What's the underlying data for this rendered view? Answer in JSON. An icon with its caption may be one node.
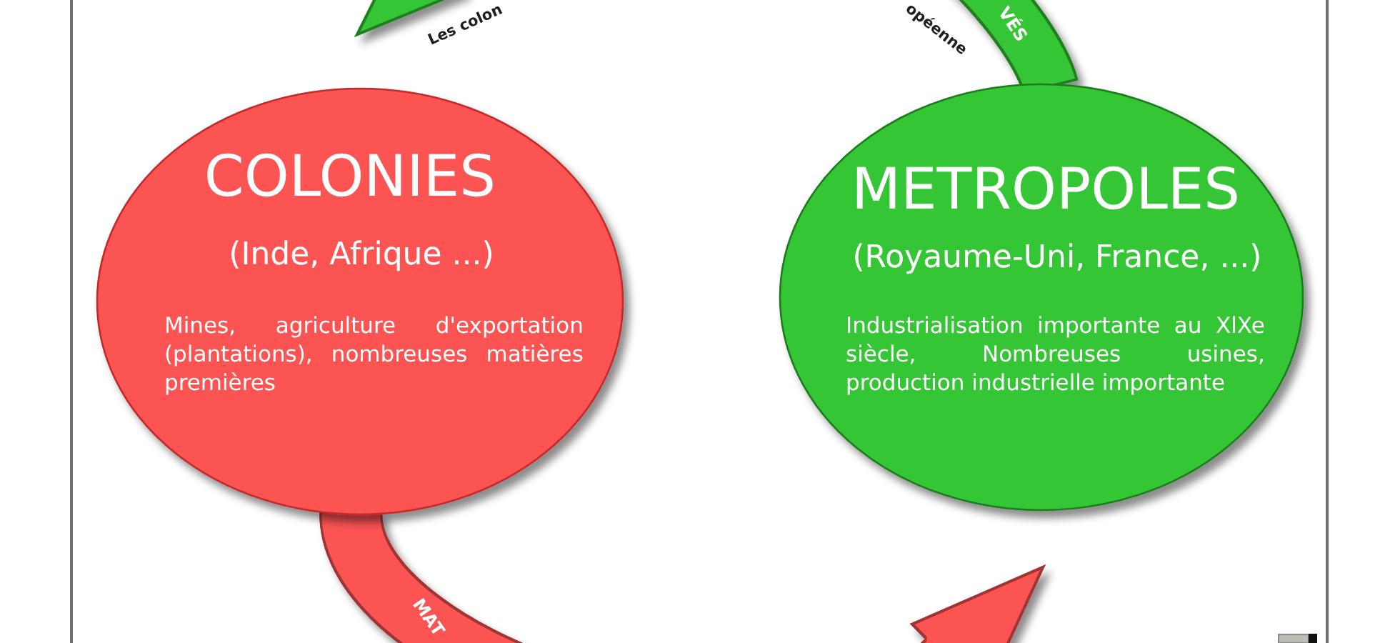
{
  "diagram": {
    "nodes": [
      {
        "text": [
          "COLONIES",
          "(Inde, Afrique ...)",
          "Mines, agriculture d'exportation (plantations), nombreuses matières premières"
        ]
      },
      {
        "text": [
          "METROPOLES",
          "(Royaume-Uni, France, ...)",
          "Industrialisation importante au XlXe siècle, Nombreuses usines, production industrielle importante"
        ]
      }
    ],
    "edges": [
      {
        "from": 1,
        "to": 0,
        "arrow": "to",
        "label": "VÉS",
        "color": "#36c636"
      },
      {
        "from": 0,
        "to": 1,
        "arrow": "to",
        "label": "MAT",
        "color": "#fc5353"
      }
    ],
    "labels": [
      "Les colon",
      "opéenne"
    ]
  }
}
